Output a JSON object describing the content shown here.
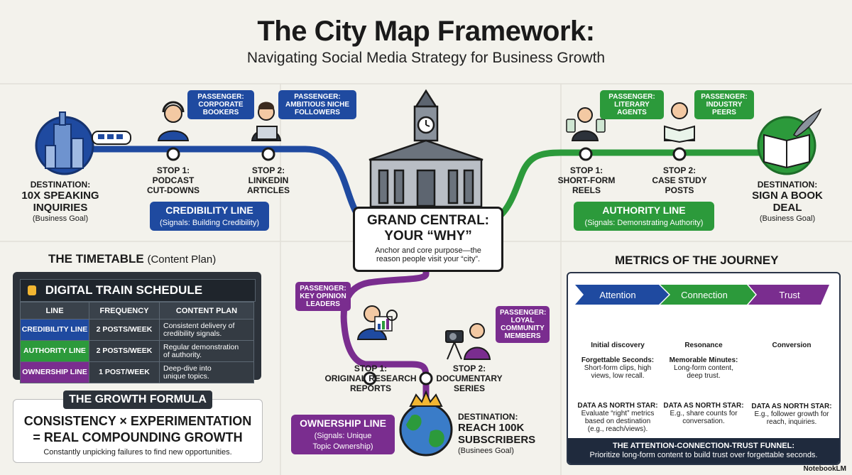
{
  "header": {
    "title": "The City Map Framework:",
    "subtitle": "Navigating Social Media Strategy for Business Growth"
  },
  "colors": {
    "credibility": "#1f4aa0",
    "authority": "#2c9a3b",
    "ownership": "#7a2d8f",
    "dark": "#2c323a"
  },
  "credibility": {
    "destination": {
      "l1": "Destination:",
      "l2a": "10x Speaking",
      "l2b": "Inquiries",
      "l3": "(Business Goal)"
    },
    "passenger1": {
      "a": "Passenger:",
      "b": "Corporate",
      "c": "Bookers"
    },
    "passenger2": {
      "a": "Passenger:",
      "b": "Ambitious Niche",
      "c": "Followers"
    },
    "stop1": {
      "a": "Stop 1:",
      "b": "Podcast",
      "c": "Cut-Downs"
    },
    "stop2": {
      "a": "Stop 2:",
      "b": "LinkedIn",
      "c": "Articles"
    },
    "line_name": "Credibility Line",
    "line_signal": "(Signals: Building Credibility)"
  },
  "authority": {
    "destination": {
      "l1": "Destination:",
      "l2a": "Sign a Book",
      "l2b": "Deal",
      "l3": "(Business Goal)"
    },
    "passenger1": {
      "a": "Passenger:",
      "b": "Literary",
      "c": "Agents"
    },
    "passenger2": {
      "a": "Passenger:",
      "b": "Industry",
      "c": "Peers"
    },
    "stop1": {
      "a": "Stop 1:",
      "b": "Short-Form",
      "c": "Reels"
    },
    "stop2": {
      "a": "Stop 2:",
      "b": "Case Study",
      "c": "Posts"
    },
    "line_name": "Authority Line",
    "line_signal": "(Signals: Demonstrating Authority)"
  },
  "grand_central": {
    "h1": "Grand Central:",
    "h2": "Your “Why”",
    "p1": "Anchor and core purpose—the",
    "p2": "reason people visit your “city”."
  },
  "ownership": {
    "passenger1": {
      "a": "Passenger:",
      "b": "Key Opinion",
      "c": "Leaders"
    },
    "passenger2": {
      "a": "Passenger:",
      "b": "Loyal",
      "c": "Community",
      "d": "Members"
    },
    "stop1": {
      "a": "Stop 1:",
      "b": "Original Research",
      "c": "Reports"
    },
    "stop2": {
      "a": "Stop 2:",
      "b": "Documentary",
      "c": "Series"
    },
    "line_name": "Ownership Line",
    "line_signal1": "(Signals: Unique",
    "line_signal2": "Topic Ownership)",
    "destination": {
      "l1": "Destination:",
      "l2a": "Reach 100k",
      "l2b": "Subscribers",
      "l3": "(Businees Goal)"
    }
  },
  "timetable": {
    "title": "The Timetable",
    "title_note": "(Content Plan)",
    "header": "Digital Train Schedule",
    "columns": [
      "Line",
      "Frequency",
      "Content Plan"
    ],
    "rows": [
      {
        "line": "Credibility Line",
        "freq": "2 Posts/Week",
        "plan1": "Consistent delivery of",
        "plan2": "credibility signals."
      },
      {
        "line": "Authority Line",
        "freq": "2 Posts/Week",
        "plan1": "Regular demonstration",
        "plan2": "of authority."
      },
      {
        "line": "Ownership Line",
        "freq": "1 Post/Week",
        "plan1": "Deep-dive into",
        "plan2": "unique topics."
      }
    ]
  },
  "growth": {
    "badge": "The Growth Formula",
    "line1": "Consistency × Experimentation",
    "line2": "= Real Compounding Growth",
    "note": "Constantly unpicking failures to find new opportunities."
  },
  "metrics": {
    "title": "Metrics of the Journey",
    "stages": [
      "Attention",
      "Connection",
      "Trust"
    ],
    "attention": {
      "stage": "Initial discovery",
      "k": "Forgettable Seconds:",
      "d1": "Short-form clips, high",
      "d2": "views, low recall.",
      "ns": "Data as North Star:",
      "n1": "Evaluate “right” metrics",
      "n2": "based on destination",
      "n3": "(e.g., reach/views)."
    },
    "connection": {
      "stage": "Resonance",
      "k": "Memorable Minutes:",
      "d1": "Long-form content,",
      "d2": "deep trust.",
      "ns": "Data as North Star:",
      "n1": "E.g., share counts for",
      "n2": "conversation."
    },
    "trust": {
      "stage": "Conversion",
      "ns": "Data as North Star:",
      "n1": "E.g., follower growth for",
      "n2": "reach, inquiries."
    },
    "funnel_title": "The Attention-Connection-Trust Funnel:",
    "funnel_text": "Prioritize long-form content to build trust over forgettable seconds."
  },
  "brand": "NotebookLM"
}
